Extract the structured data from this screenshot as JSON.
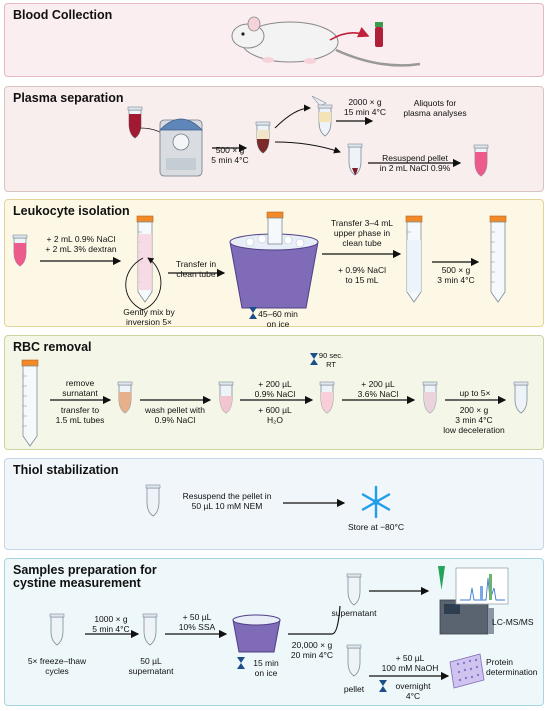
{
  "panels": [
    {
      "title": "Blood Collection"
    },
    {
      "title": "Plasma separation"
    },
    {
      "title": "Leukocyte isolation"
    },
    {
      "title": "RBC removal"
    },
    {
      "title": "Thiol stabilization"
    },
    {
      "title": "Samples preparation for",
      "title2": "cystine measurement"
    }
  ],
  "plasma": {
    "spin1a": "500 × g",
    "spin1b": "5 min 4°C",
    "spin2a": "2000 × g",
    "spin2b": "15 min 4°C",
    "aliquotA": "Aliquots for",
    "aliquotB": "plasma analyses",
    "resusA": "Resuspend pellet",
    "resusB": "in 2 mL NaCl 0.9%"
  },
  "leuko": {
    "addA": "+ 2 mL 0.9% NaCl",
    "addB": "+ 2 mL 3% dextran",
    "mixA": "Gently mix by",
    "mixB": "inversion 5×",
    "transferA": "Transfer in",
    "transferB": "clean tube",
    "iceA": "45–60 min",
    "iceB": "on ice",
    "upperA": "Transfer 3–4 mL",
    "upperB": "upper phase in",
    "upperC": "clean tube",
    "naclA": "+ 0.9% NaCl",
    "naclB": "to 15 mL",
    "spinA": "500 × g",
    "spinB": "3 min 4°C"
  },
  "rbc": {
    "removeA": "remove",
    "removeB": "surnatant",
    "transA": "transfer to",
    "transB": "1.5 mL tubes",
    "washA": "wash pellet with",
    "washB": "0.9% NaCl",
    "add1A": "+ 200 µL",
    "add1B": "0.9% NaCl",
    "add2A": "+ 600 µL",
    "add2B": "H₂O",
    "timerA": "90 sec.",
    "timerB": "RT",
    "add3A": "+ 200 µL",
    "add3B": "3.6% NaCl",
    "repeat": "up to 5×",
    "spinA": "200 × g",
    "spinB": "3 min 4°C",
    "spinC": "low deceleration"
  },
  "thiol": {
    "resA": "Resuspend the pellet in",
    "resB": "50 µL 10 mM NEM",
    "store": "Store at −80°C"
  },
  "samples": {
    "freezeA": "5× freeze–thaw",
    "freezeB": "cycles",
    "spin1A": "1000 × g",
    "spin1B": "5 min 4°C",
    "superA": "50 µL",
    "superB": "supernatant",
    "ssaA": "+ 50 µL",
    "ssaB": "10% SSA",
    "iceA": "15 min",
    "iceB": "on ice",
    "spin2A": "20,000 × g",
    "spin2B": "20 min 4°C",
    "supernatant": "supernatant",
    "pellet": "pellet",
    "naohA": "+ 50 µL",
    "naohB": "100 mM NaOH",
    "overA": "overnight",
    "overB": "4°C",
    "lcms": "LC-MS/MS",
    "protA": "Protein",
    "protB": "determination"
  },
  "colors": {
    "p1bg": "#fbeef0",
    "p1border": "#e7b8bf",
    "p2bg": "#f7eeed",
    "p2border": "#d9c3bf",
    "p3bg": "#fdf8e6",
    "p3border": "#e3d49a",
    "p4bg": "#f4f7e8",
    "p4border": "#c9d69d",
    "p5bg": "#f1f6fa",
    "p5border": "#c5d5e3",
    "p6bg": "#eef8fa",
    "p6border": "#a9d5de",
    "cap": "#f28a2a",
    "blood": "#b0203a",
    "ice": "#7f6bb8",
    "snow": "#1e9fe8",
    "pink": "#e84a7a"
  }
}
